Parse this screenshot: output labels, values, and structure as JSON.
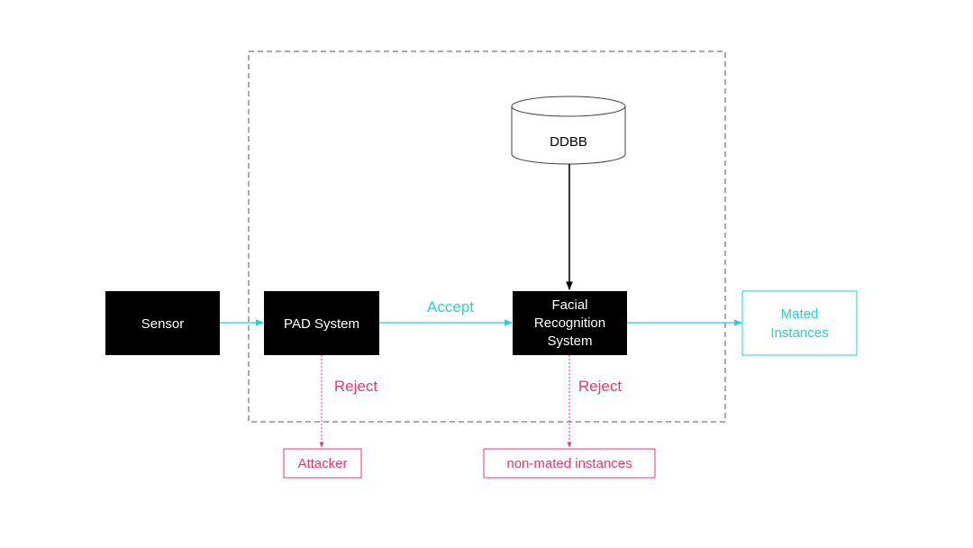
{
  "colors": {
    "accept": "#22d3d3",
    "reject": "#f0386b",
    "box_fill": "#000000",
    "box_text": "#ffffff",
    "boundary": "#555555",
    "db_stroke": "#444444",
    "db_arrow": "#000000"
  },
  "nodes": {
    "sensor": "Sensor",
    "pad": "PAD System",
    "facial_line1": "Facial",
    "facial_line2": "Recognition",
    "facial_line3": "System",
    "ddbb": "DDBB",
    "mated_line1": "Mated",
    "mated_line2": "Instances",
    "attacker": "Attacker",
    "non_mated": "non-mated instances"
  },
  "edges": {
    "accept": "Accept",
    "reject_pad": "Reject",
    "reject_facial": "Reject"
  }
}
